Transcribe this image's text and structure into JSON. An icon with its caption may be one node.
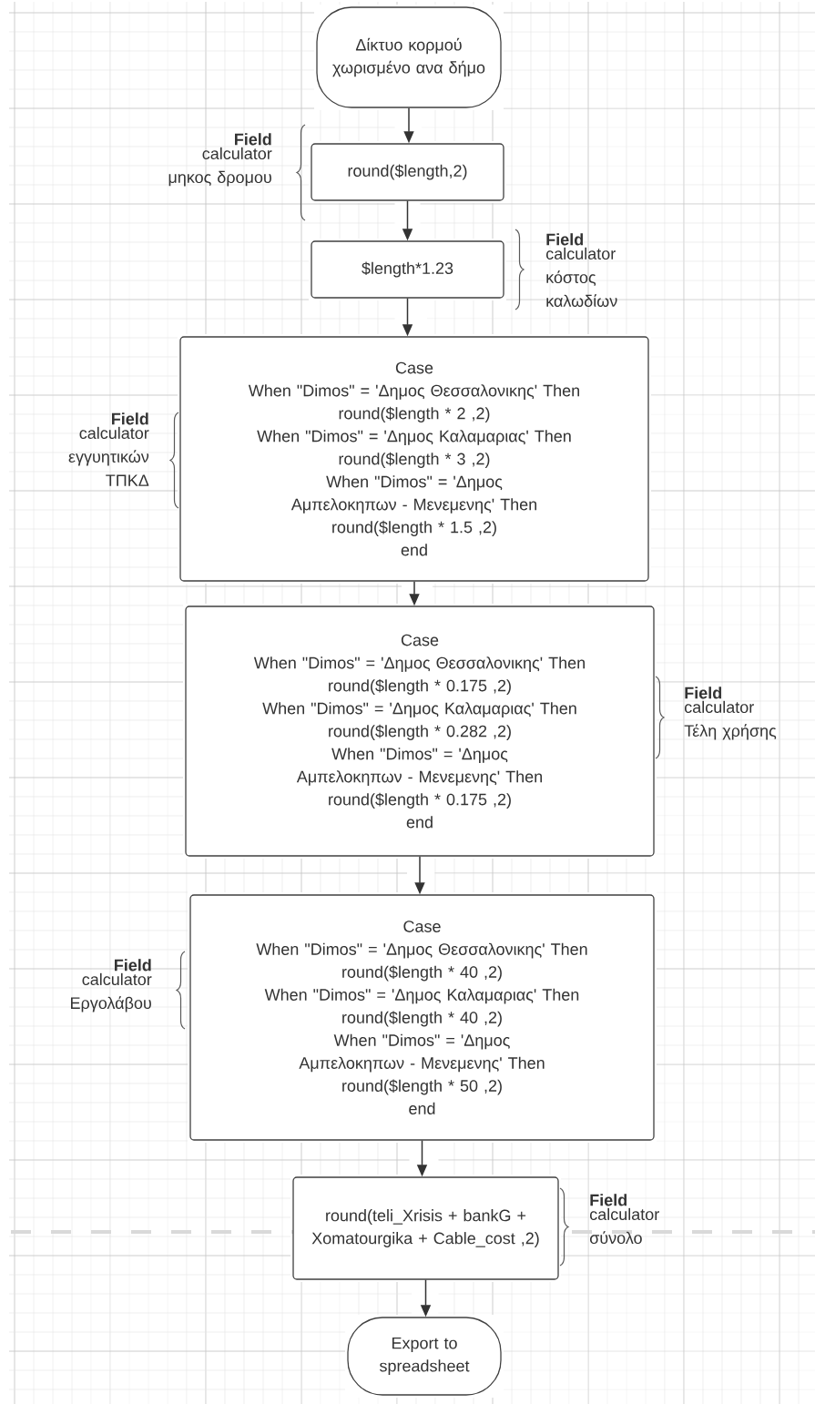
{
  "diagram": {
    "nodes": [
      {
        "text": [
          "Δίκτυο κορμού χωρισμένο ανα δήμο"
        ]
      },
      {
        "text": [
          "round($length,2)"
        ],
        "beside": [
          "Field",
          "calculator μηκος δρομου"
        ]
      },
      {
        "text": [
          "$length*1.23"
        ],
        "beside": [
          "Field",
          "calculator κόστος καλωδίων"
        ]
      },
      {
        "text": [
          "Case",
          "When \"Dimos\" = 'Δημος Θεσσαλονικης' Then",
          "round($length * 2 ,2)",
          "When \"Dimos\" = 'Δημος Καλαμαριας' Then",
          "round($length * 3 ,2)",
          "When \"Dimos\" = 'Δημος Αμπελοκηπων - Μενεμενης' Then",
          "round($length * 1.5 ,2)",
          "end"
        ],
        "beside": [
          "Field",
          "calculator εγγυητικών ΤΠΚΔ"
        ]
      },
      {
        "text": [
          "Case",
          "When \"Dimos\" = 'Δημος Θεσσαλονικης' Then",
          "round($length * 0.175 ,2)",
          "When \"Dimos\" = 'Δημος Καλαμαριας' Then",
          "round($length * 0.282 ,2)",
          "When \"Dimos\" = 'Δημος Αμπελοκηπων - Μενεμενης' Then",
          "round($length * 0.175 ,2)",
          "end"
        ],
        "beside": [
          "Field",
          "calculator Τέλη χρήσης"
        ]
      },
      {
        "text": [
          "Case",
          "When \"Dimos\" = 'Δημος Θεσσαλονικης' Then",
          "round($length * 40 ,2)",
          "When \"Dimos\" = 'Δημος Καλαμαριας' Then",
          "round($length * 40 ,2)",
          "When \"Dimos\" = 'Δημος Αμπελοκηπων - Μενεμενης' Then",
          "round($length * 50 ,2)",
          "end"
        ],
        "beside": [
          "Field",
          "calculator Εργολάβου"
        ]
      },
      {
        "text": [
          "round(teli_Xrisis + bankG + Xomatourgika + Cable_cost ,2)"
        ],
        "beside": [
          "Field",
          "calculator σύνολο"
        ]
      },
      {
        "text": [
          "Export to spreadsheet"
        ]
      }
    ],
    "edges": [
      {
        "from": 0,
        "to": 1,
        "arrow": "to"
      },
      {
        "from": 1,
        "to": 2,
        "arrow": "to"
      },
      {
        "from": 2,
        "to": 3,
        "arrow": "to"
      },
      {
        "from": 3,
        "to": 4,
        "arrow": "to"
      },
      {
        "from": 4,
        "to": 5,
        "arrow": "to"
      },
      {
        "from": 5,
        "to": 6,
        "arrow": "to"
      },
      {
        "from": 6,
        "to": 7,
        "arrow": "to"
      }
    ]
  }
}
